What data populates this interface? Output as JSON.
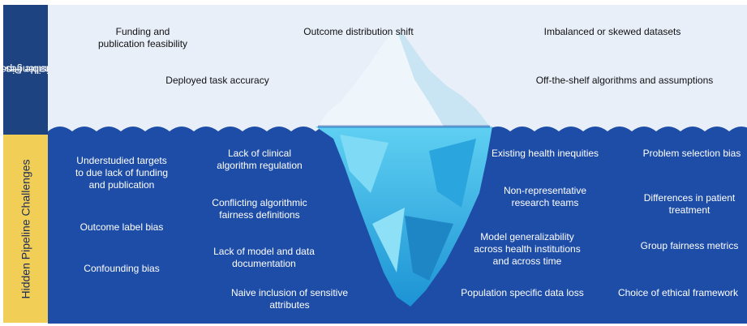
{
  "side_labels": {
    "visible": [
      "Visible Pipeline",
      "Challenges"
    ],
    "hidden": "Hidden  Pipeline Challenges"
  },
  "visible_challenges": {
    "funding": [
      "Funding and",
      "publication feasibility"
    ],
    "outcome_shift": "Outcome distribution shift",
    "imbalanced": "Imbalanced or skewed datasets",
    "task_accuracy": "Deployed task accuracy",
    "off_shelf": "Off-the-shelf algorithms and assumptions"
  },
  "hidden_challenges": {
    "understudied": [
      "Understudied targets",
      "to due lack of funding",
      "and publication"
    ],
    "outcome_label": "Outcome label bias",
    "confounding": "Confounding bias",
    "regulation": [
      "Lack of clinical",
      "algorithm regulation"
    ],
    "fairness_defs": [
      "Conflicting algorithmic",
      "fairness definitions"
    ],
    "documentation": [
      "Lack of model and data",
      "documentation"
    ],
    "sensitive": [
      "Naive inclusion of sensitive",
      "attributes"
    ],
    "inequities": "Existing health inequities",
    "problem_selection": "Problem selection bias",
    "nonrep": [
      "Non-representative",
      "research teams"
    ],
    "treatment": [
      "Differences in patient",
      "treatment"
    ],
    "generalizability": [
      "Model generalizability",
      "across health institutions",
      "and across time"
    ],
    "group_fairness": "Group fairness metrics",
    "population_loss": "Population specific data loss",
    "ethical": "Choice of ethical framework"
  },
  "colors": {
    "sky": "#e8eff9",
    "ocean": "#1e4da7",
    "sidebar_top": "#1d4380",
    "sidebar_bottom": "#f1cf56",
    "iceberg_top": "#eef6fb",
    "iceberg_under": "#45bde6"
  }
}
